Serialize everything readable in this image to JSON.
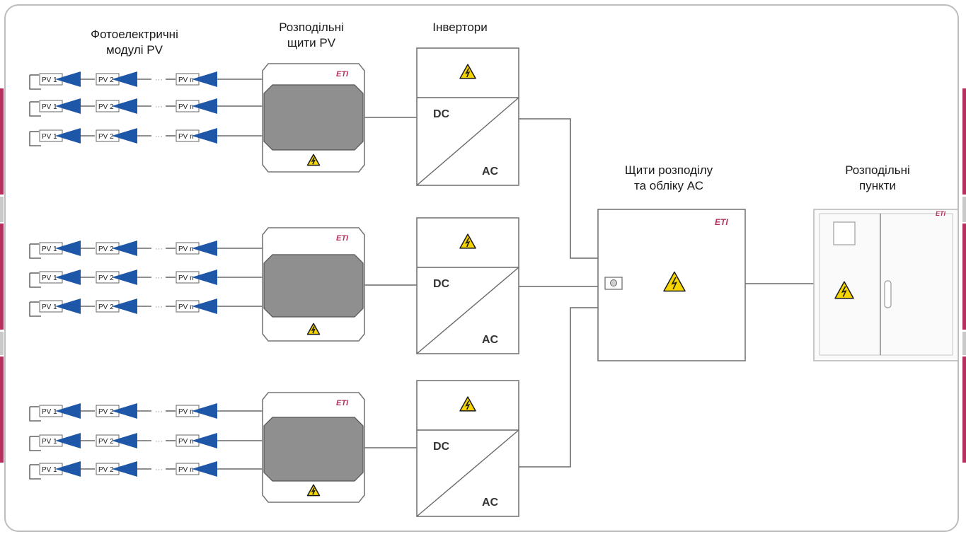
{
  "headers": {
    "modules": "Фотоелектричні\nмодулі PV",
    "combiners": "Розподільні\nщити PV",
    "inverters": "Інвертори",
    "ac_boards": "Щити розподілу\nта обліку АС",
    "distribution": "Розподільні\nпункти"
  },
  "pv_labels": {
    "first": "PV 1",
    "second": "PV 2",
    "last": "PV n",
    "dots": "···"
  },
  "inverter_labels": {
    "dc": "DC",
    "ac": "AC"
  },
  "brand": "ETI",
  "colors": {
    "accent": "#b5305f",
    "triangle_blue": "#1e56a8",
    "enclosure_gray": "#8f8f8f",
    "warning_yellow": "#f5d400",
    "line": "#6a6a6a"
  },
  "icons": [
    "warning-icon",
    "eti-logo",
    "pv-module-icon",
    "switch-icon",
    "door-handle-icon"
  ]
}
